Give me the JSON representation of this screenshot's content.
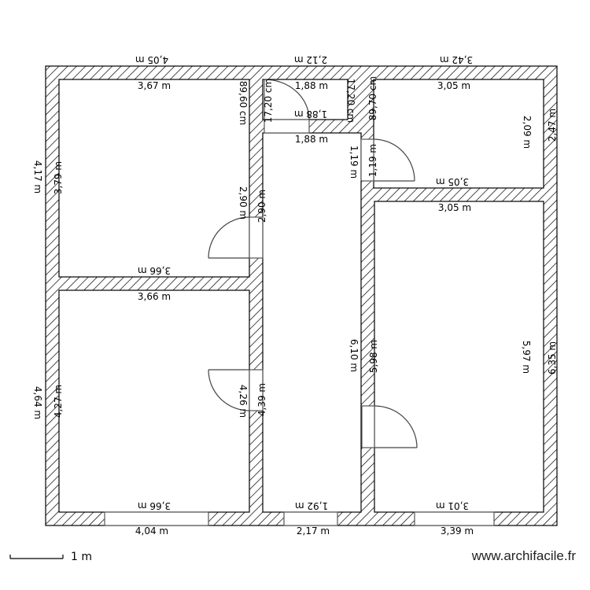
{
  "plan": {
    "exterior_dims": {
      "top_left": "4,05 m",
      "top_center": "2,12 m",
      "top_right": "3,42 m",
      "left_top": "4,17 m",
      "left_bottom": "4,64 m",
      "right_top": "2,47 m",
      "right_bottom": "6,35 m",
      "bottom_left": "4,04 m",
      "bottom_center": "2,17 m",
      "bottom_right": "3,39 m"
    },
    "rooms": [
      {
        "id": "room-top-left",
        "dims": {
          "top": "3,67 m",
          "left": "3,79 m",
          "bottom": "3,66 m",
          "right": "2,90 m",
          "right_upper": "89,60 cm"
        }
      },
      {
        "id": "room-bottom-left",
        "dims": {
          "top": "3,66 m",
          "left": "4,27 m",
          "bottom": "3,66 m",
          "right": "4,26 m"
        }
      },
      {
        "id": "closet",
        "dims": {
          "top": "1,88 m",
          "bottom": "1,88 m",
          "left": "17,20 cm",
          "right": "17,20 cm"
        }
      },
      {
        "id": "corridor",
        "dims": {
          "top": "1,88 m",
          "left_upper": "2,90 m",
          "left_lower": "4,39 m",
          "right_upper": "1,19 m",
          "right": "6,10 m",
          "bottom": "1,92 m"
        }
      },
      {
        "id": "room-top-right",
        "dims": {
          "top": "3,05 m",
          "left": "89,70 cm",
          "left_door": "1,19 m",
          "right": "2,09 m",
          "bottom": "3,05 m"
        }
      },
      {
        "id": "room-bottom-right",
        "dims": {
          "top": "3,05 m",
          "left": "5,98 m",
          "right": "5,97 m",
          "bottom": "3,01 m"
        }
      }
    ]
  },
  "scale": {
    "label": "1 m"
  },
  "watermark": "www.archifacile.fr",
  "colors": {
    "wall_stroke": "#000000",
    "hatch": "#000000",
    "background": "#ffffff",
    "door": "#555555"
  }
}
